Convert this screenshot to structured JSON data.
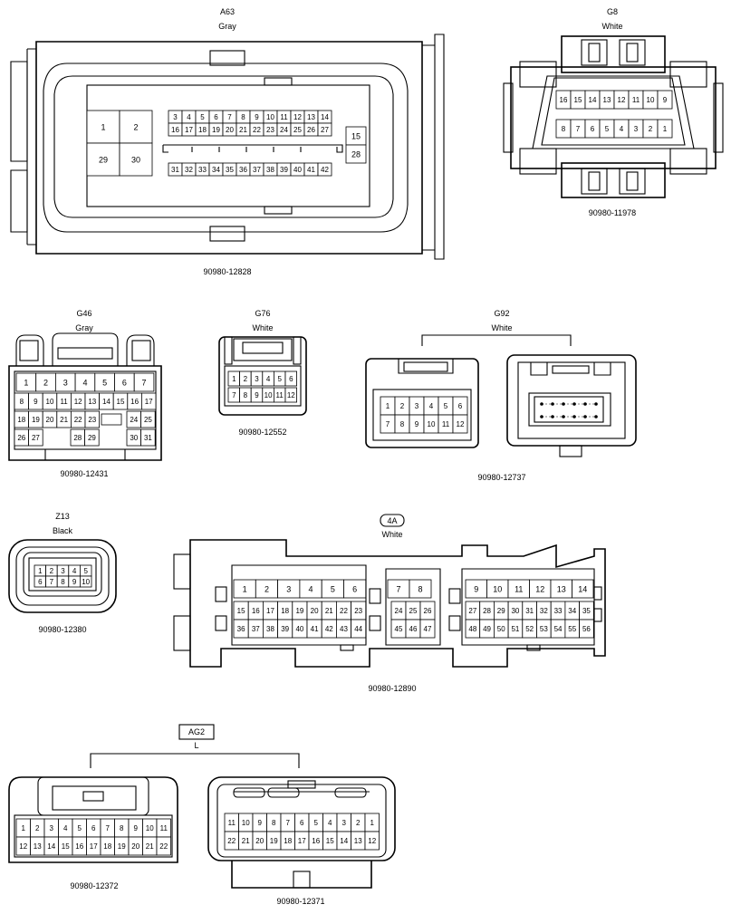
{
  "connectors": {
    "a63": {
      "code": "A63",
      "color": "Gray",
      "part": "90980-12828",
      "big": [
        [
          "1",
          "2"
        ],
        [
          "29",
          "30"
        ]
      ],
      "rows": [
        [
          "3",
          "4",
          "5",
          "6",
          "7",
          "8",
          "9",
          "10",
          "11",
          "12",
          "13",
          "14"
        ],
        [
          "16",
          "17",
          "18",
          "19",
          "20",
          "21",
          "22",
          "23",
          "24",
          "25",
          "26",
          "27"
        ],
        [
          "31",
          "32",
          "33",
          "34",
          "35",
          "36",
          "37",
          "38",
          "39",
          "40",
          "41",
          "42"
        ]
      ],
      "side": [
        "15",
        "28"
      ]
    },
    "g8": {
      "code": "G8",
      "color": "White",
      "part": "90980-11978",
      "rows": [
        [
          "16",
          "15",
          "14",
          "13",
          "12",
          "11",
          "10",
          "9"
        ],
        [
          "8",
          "7",
          "6",
          "5",
          "4",
          "3",
          "2",
          "1"
        ]
      ]
    },
    "g46": {
      "code": "G46",
      "color": "Gray",
      "part": "90980-12431",
      "row1": [
        "1",
        "2",
        "3",
        "4",
        "5",
        "6",
        "7"
      ],
      "row2": [
        "8",
        "9",
        "10",
        "11",
        "12",
        "13",
        "14",
        "15",
        "16",
        "17"
      ],
      "row3": [
        "18",
        "19",
        "20",
        "21",
        "22",
        "23",
        "24",
        "25"
      ],
      "row4": [
        "26",
        "27",
        "28",
        "29",
        "30",
        "31"
      ]
    },
    "g76": {
      "code": "G76",
      "color": "White",
      "part": "90980-12552",
      "rows": [
        [
          "1",
          "2",
          "3",
          "4",
          "5",
          "6"
        ],
        [
          "7",
          "8",
          "9",
          "10",
          "11",
          "12"
        ]
      ]
    },
    "g92": {
      "code": "G92",
      "color": "White",
      "part": "90980-12737",
      "rows": [
        [
          "1",
          "2",
          "3",
          "4",
          "5",
          "6"
        ],
        [
          "7",
          "8",
          "9",
          "10",
          "11",
          "12"
        ]
      ]
    },
    "z13": {
      "code": "Z13",
      "color": "Black",
      "part": "90980-12380",
      "rows": [
        [
          "1",
          "2",
          "3",
          "4",
          "5"
        ],
        [
          "6",
          "7",
          "8",
          "9",
          "10"
        ]
      ]
    },
    "c4a": {
      "code": "4A",
      "color": "White",
      "part": "90980-12890",
      "r1a": [
        "1",
        "2",
        "3",
        "4",
        "5",
        "6"
      ],
      "r1b": [
        "7",
        "8"
      ],
      "r1c": [
        "9",
        "10",
        "11",
        "12",
        "13",
        "14"
      ],
      "r2a": [
        "15",
        "16",
        "17",
        "18",
        "19",
        "20",
        "21",
        "22",
        "23"
      ],
      "r2b": [
        "24",
        "25",
        "26"
      ],
      "r2c": [
        "27",
        "28",
        "29",
        "30",
        "31",
        "32",
        "33",
        "34",
        "35"
      ],
      "r3a": [
        "36",
        "37",
        "38",
        "39",
        "40",
        "41",
        "42",
        "43",
        "44"
      ],
      "r3b": [
        "45",
        "46",
        "47"
      ],
      "r3c": [
        "48",
        "49",
        "50",
        "51",
        "52",
        "53",
        "54",
        "55",
        "56"
      ]
    },
    "ag2": {
      "code": "AG2",
      "color": "L",
      "left": {
        "part": "90980-12372",
        "rows": [
          [
            "1",
            "2",
            "3",
            "4",
            "5",
            "6",
            "7",
            "8",
            "9",
            "10",
            "11"
          ],
          [
            "12",
            "13",
            "14",
            "15",
            "16",
            "17",
            "18",
            "19",
            "20",
            "21",
            "22"
          ]
        ]
      },
      "right": {
        "part": "90980-12371",
        "rows": [
          [
            "11",
            "10",
            "9",
            "8",
            "7",
            "6",
            "5",
            "4",
            "3",
            "2",
            "1"
          ],
          [
            "22",
            "21",
            "20",
            "19",
            "18",
            "17",
            "16",
            "15",
            "14",
            "13",
            "12"
          ]
        ]
      }
    }
  }
}
